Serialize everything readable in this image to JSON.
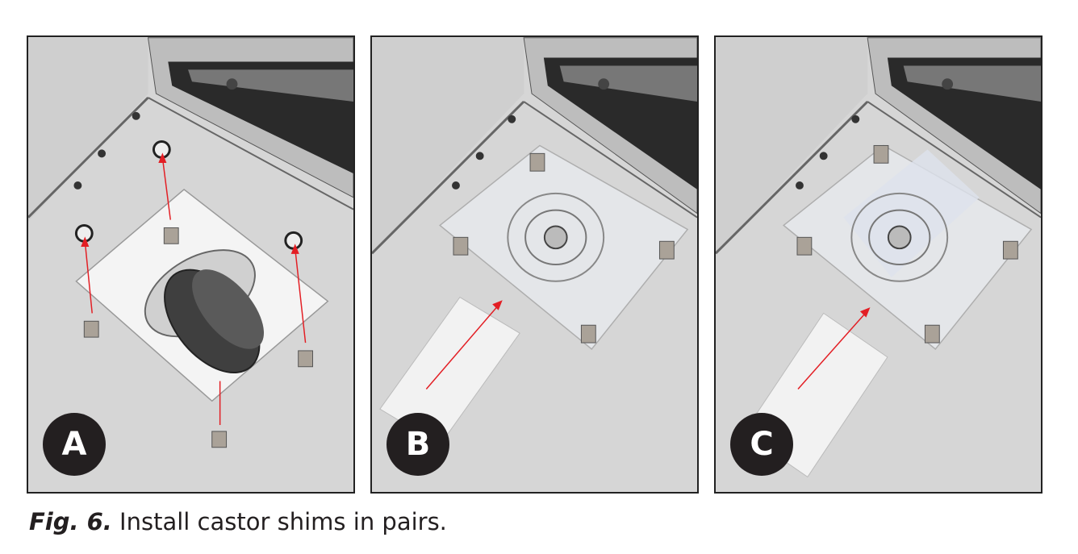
{
  "panels": [
    {
      "id": "A",
      "label": "A"
    },
    {
      "id": "B",
      "label": "B"
    },
    {
      "id": "C",
      "label": "C"
    }
  ],
  "caption": {
    "figure_label": "Fig. 6.",
    "text": " Install castor shims in pairs."
  },
  "colors": {
    "arrow": "#e31e24",
    "badge": "#231f20",
    "floor": "#d6d6d6",
    "shim": "#eeeeee",
    "wheel": "#444444"
  }
}
